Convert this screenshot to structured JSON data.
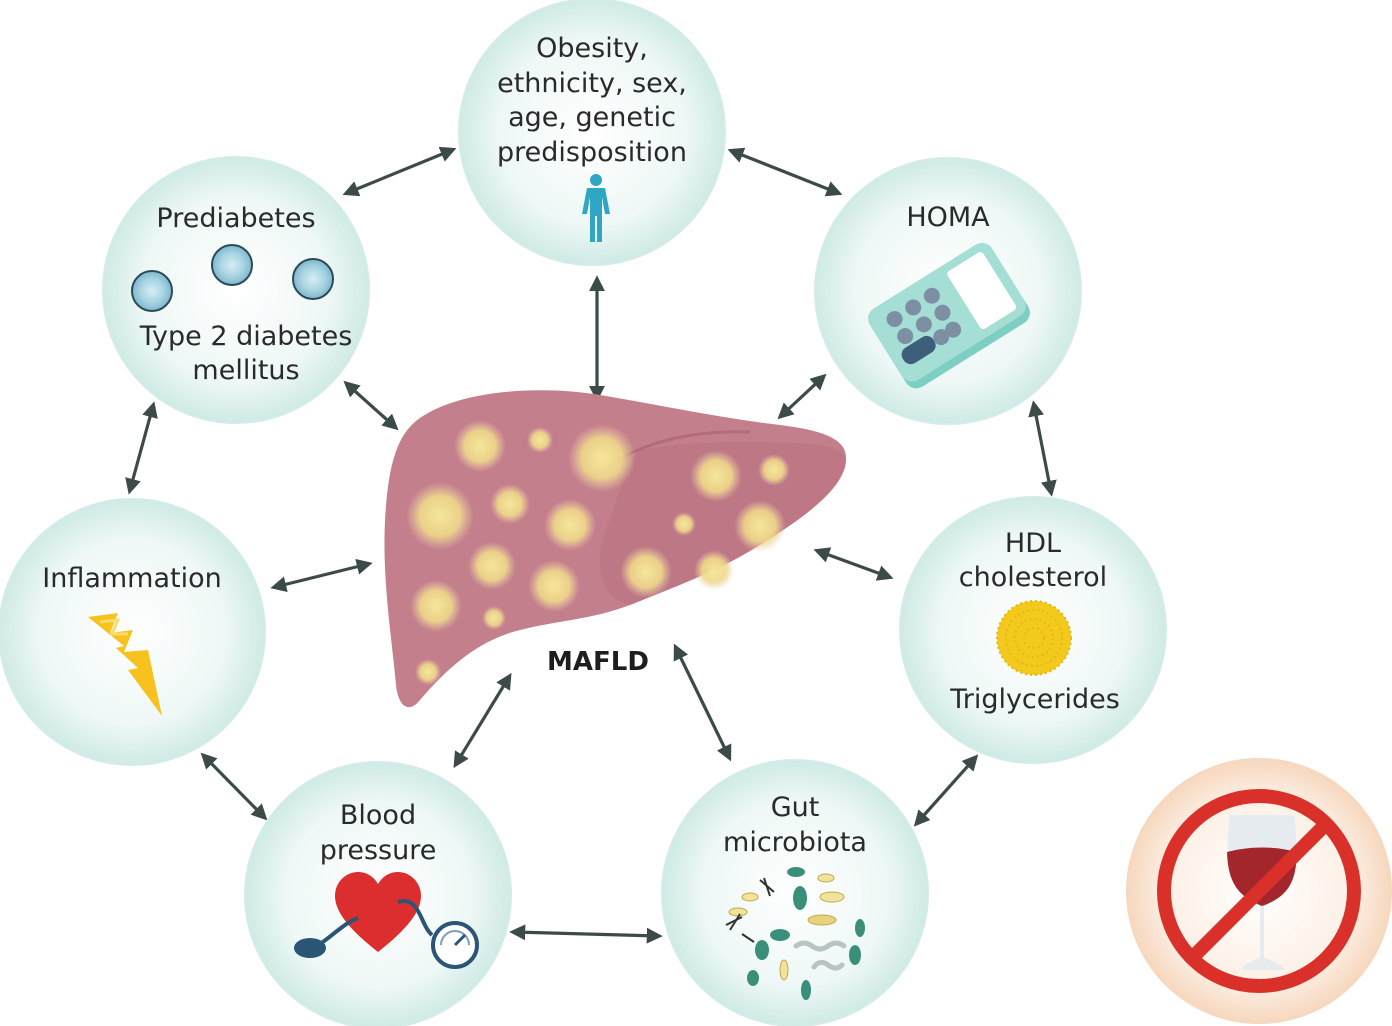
{
  "center": {
    "label": "MAFLD"
  },
  "nodes": {
    "risk": {
      "line1": "Obesity,",
      "line2": "ethnicity, sex,",
      "line3": "age, genetic",
      "line4": "predisposition",
      "icon": "person-icon"
    },
    "homa": {
      "label": "HOMA",
      "icon": "calculator-icon"
    },
    "lipids": {
      "label1": "HDL",
      "label2": "cholesterol",
      "label3": "Triglycerides",
      "icon": "lipid-droplet-icon"
    },
    "gut": {
      "line1": "Gut",
      "line2": "microbiota",
      "icon": "bacteria-icon"
    },
    "bp": {
      "line1": "Blood",
      "line2": "pressure",
      "icon": "heart-gauge-icon"
    },
    "inflam": {
      "label": "Inflammation",
      "icon": "lightning-icon"
    },
    "diabetes": {
      "label1": "Prediabetes",
      "label2": "Type 2 diabetes",
      "label3": "mellitus",
      "icon": "cells-icon"
    }
  },
  "no_alcohol": {
    "icon": "no-alcohol-icon"
  },
  "colors": {
    "circle_fill": "#e3f3f1",
    "liver": "#c47f8c",
    "fat": "#f3df8c",
    "arrow": "#3c4a4a",
    "prohibit": "#d9302a"
  }
}
